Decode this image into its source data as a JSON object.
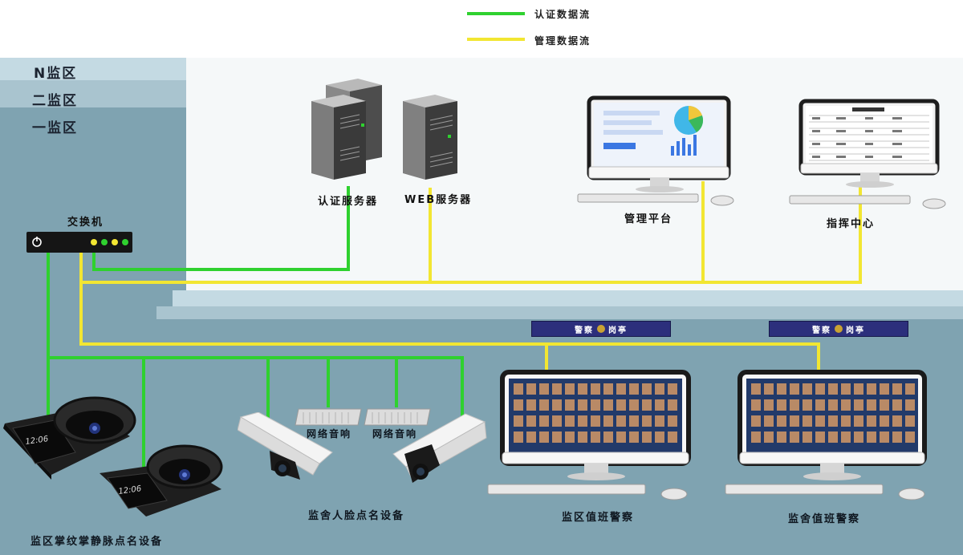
{
  "legend": {
    "auth_label": "认证数据流",
    "mgmt_label": "管理数据流",
    "auth_color": "#2fd12f",
    "mgmt_color": "#f2e632"
  },
  "zones": {
    "n_zone": "N监区",
    "zone_2": "二监区",
    "zone_1": "一监区"
  },
  "devices": {
    "switch": "交换机",
    "auth_server": "认证服务器",
    "web_server": "WEB服务器",
    "mgmt_platform": "管理平台",
    "command_center": "指挥中心",
    "speaker_1": "网络音响",
    "speaker_2": "网络音响",
    "face_devices": "监舍人脸点名设备",
    "palm_devices": "监区掌纹掌静脉点名设备",
    "zone_duty": "监区值班警察",
    "dorm_duty": "监舍值班警察",
    "palm_screen_1": "12:06",
    "palm_screen_2": "12:06"
  },
  "banners": {
    "left_1": "警察",
    "right_1": "岗亭",
    "left_2": "警察",
    "right_2": "岗亭"
  }
}
